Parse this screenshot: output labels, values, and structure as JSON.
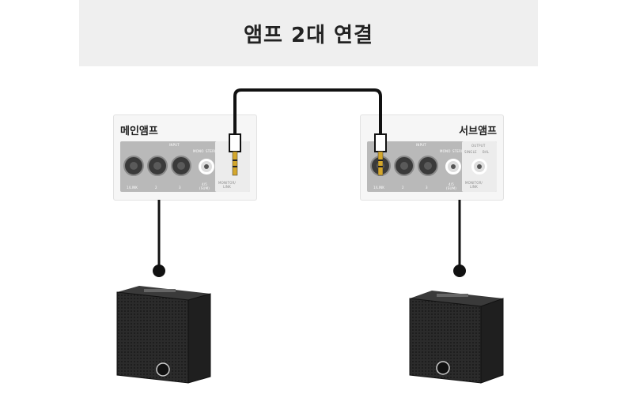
{
  "title": "앰프 2대 연결",
  "panels": {
    "main": {
      "label": "메인앰프",
      "input_label": "INPUT",
      "ch1": "1/LINK",
      "ch2": "2",
      "ch3": "3",
      "ch45": "4/5\n(SUM)",
      "mono": "MONO",
      "stereo": "STEREO",
      "monitor": "MONITOR/\nLINK"
    },
    "sub": {
      "label": "서브앰프",
      "input_label": "INPUT",
      "output_label": "OUTPUT",
      "ch1": "1/LINK",
      "ch2": "2",
      "ch3": "3",
      "ch45": "4/5\n(SUM)",
      "mono": "MONO",
      "stereo": "STEREO",
      "single": "SINGLE",
      "bal": "BAL",
      "monitor": "MONITOR/\nLINK"
    }
  },
  "colors": {
    "cable": "#111111",
    "title_bg": "#efefef",
    "panel_bg": "#f6f6f6",
    "jack_panel": "#b9b9b9",
    "speaker_body": "#2a2a2a"
  },
  "icons": [
    "jack-plug-icon",
    "speaker-icon",
    "yamaha-logo-icon"
  ]
}
